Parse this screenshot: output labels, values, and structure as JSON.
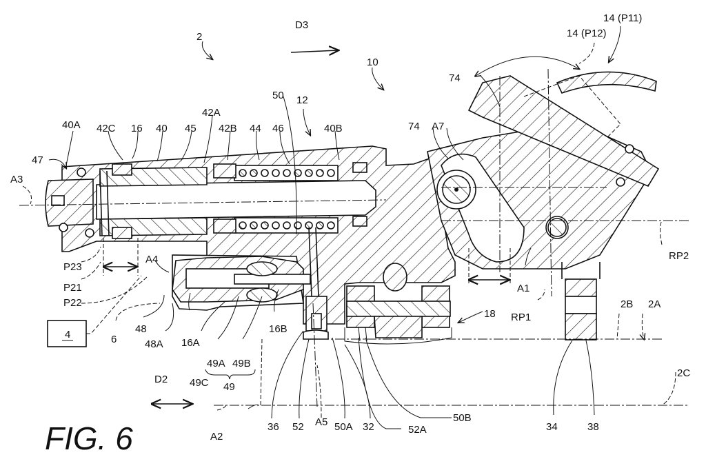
{
  "figure": {
    "title": "FIG. 6",
    "box_label": "4"
  },
  "labels": {
    "l2": "2",
    "d3": "D3",
    "l10": "10",
    "p11": "14 (P11)",
    "p12": "14 (P12)",
    "l74a": "74",
    "l74b": "74",
    "a7": "A7",
    "l40a": "40A",
    "l42c": "42C",
    "l16": "16",
    "l40": "40",
    "l45": "45",
    "l42a": "42A",
    "l42b": "42B",
    "l44": "44",
    "l46": "46",
    "l50": "50",
    "l12": "12",
    "l40b": "40B",
    "l47": "47",
    "a3": "A3",
    "p23": "P23",
    "p21": "P21",
    "p22": "P22",
    "a4": "A4",
    "l6": "6",
    "l48": "48",
    "l48a": "48A",
    "l16a": "16A",
    "l49c": "49C",
    "l49a": "49A",
    "l49b": "49B",
    "l49": "49",
    "l16b": "16B",
    "d2": "D2",
    "a2": "A2",
    "l36": "36",
    "l52": "52",
    "a5": "A5",
    "l50a": "50A",
    "l32": "32",
    "l52a": "52A",
    "l50b": "50B",
    "l18": "18",
    "rp1": "RP1",
    "rp2": "RP2",
    "a1": "A1",
    "l2b": "2B",
    "l2a": "2A",
    "l2c": "2C",
    "l34": "34",
    "l38": "38"
  }
}
